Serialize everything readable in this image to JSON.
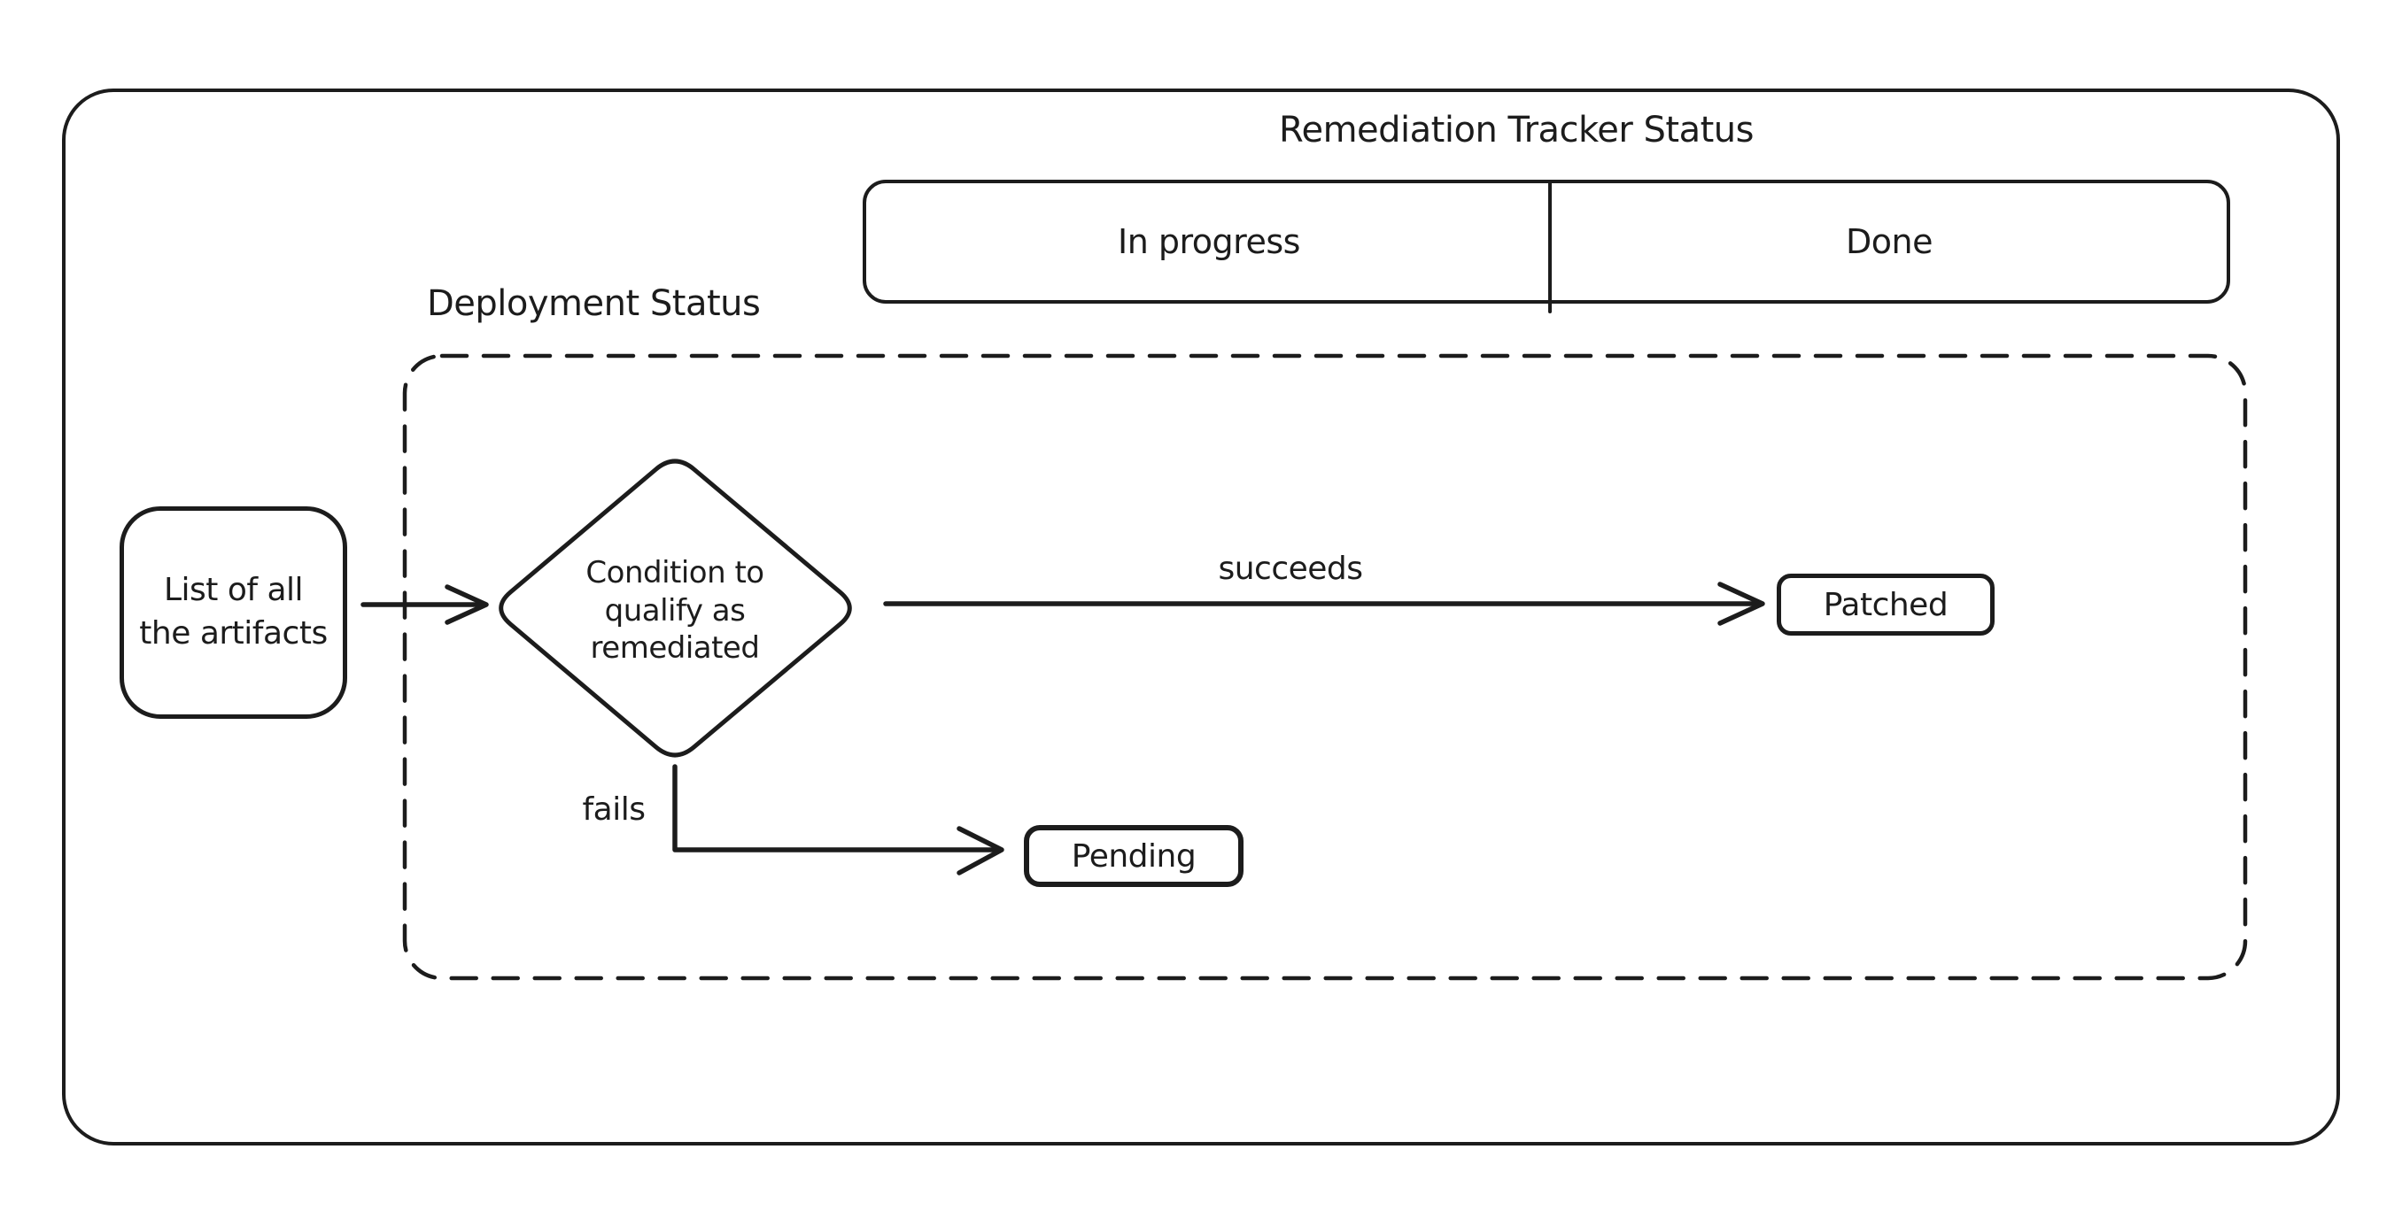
{
  "diagram": {
    "title": "Remediation Tracker Status",
    "tracker": {
      "columns": [
        {
          "label": "In progress"
        },
        {
          "label": "Done"
        }
      ]
    },
    "deployment": {
      "label": "Deployment Status"
    },
    "nodes": {
      "artifacts": "List of all\nthe artifacts",
      "condition": "Condition to\nqualify as\nremediated",
      "patched": "Patched",
      "pending": "Pending"
    },
    "edges": {
      "succeeds": "succeeds",
      "fails": "fails"
    },
    "colors": {
      "ink": "#1c1c1c",
      "background": "#ffffff"
    }
  }
}
